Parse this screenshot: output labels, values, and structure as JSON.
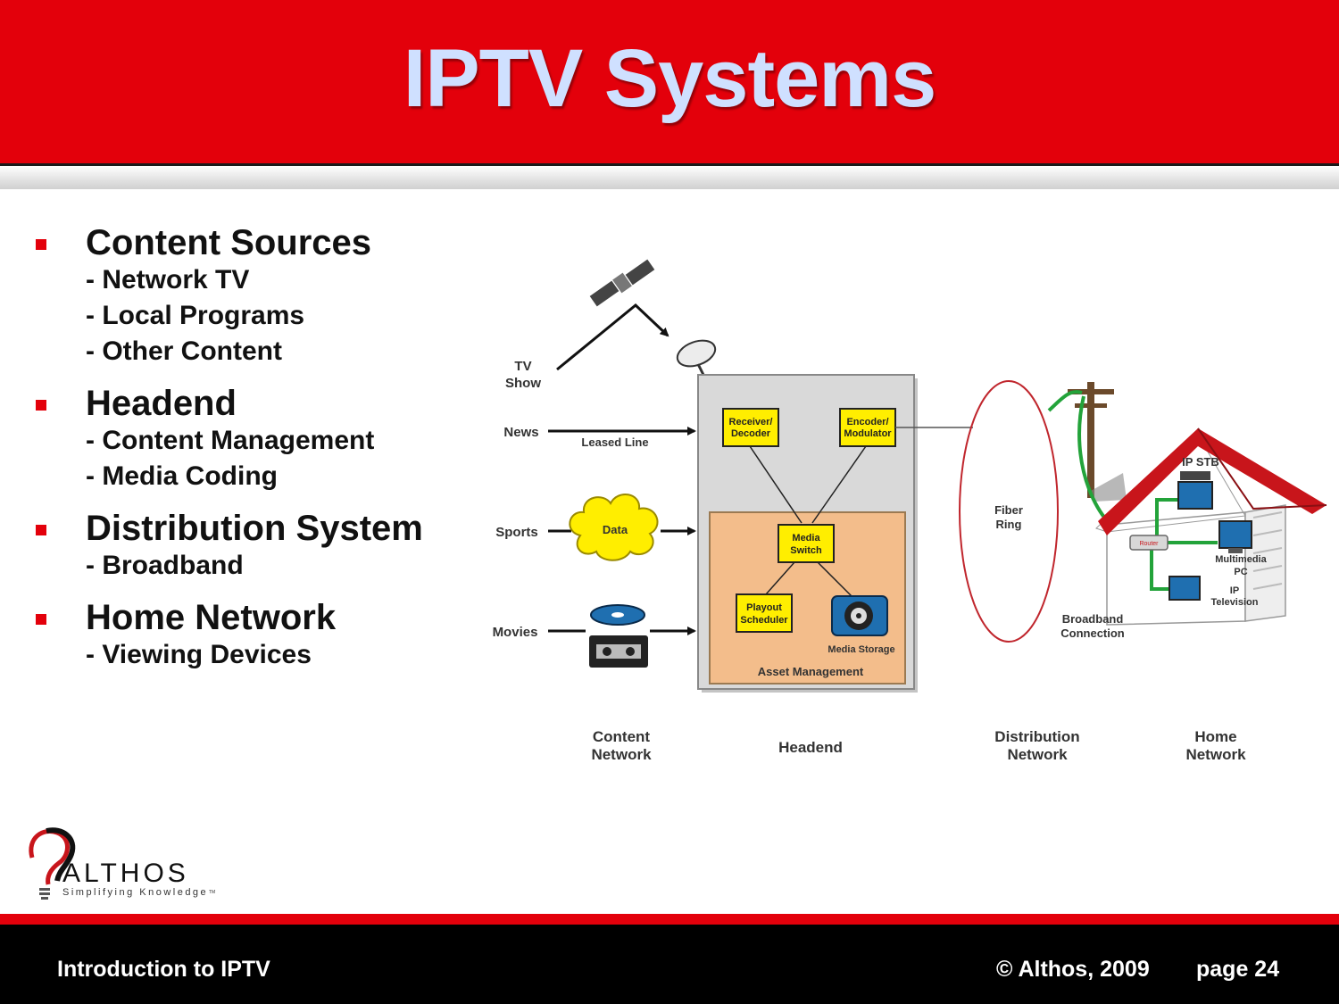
{
  "title": "IPTV Systems",
  "bullets": [
    {
      "heading": "Content Sources",
      "items": [
        "- Network TV",
        "- Local Programs",
        "- Other Content"
      ]
    },
    {
      "heading": "Headend",
      "items": [
        "- Content Management",
        "- Media Coding"
      ]
    },
    {
      "heading": "Distribution System",
      "items": [
        "- Broadband"
      ]
    },
    {
      "heading": "Home Network",
      "items": [
        "- Viewing Devices"
      ]
    }
  ],
  "diagram": {
    "sources": {
      "tv_show_1": "TV",
      "tv_show_2": "Show",
      "news": "News",
      "sports": "Sports",
      "movies": "Movies",
      "leased_line": "Leased Line",
      "data_cloud": "Data"
    },
    "headend": {
      "receiver_1": "Receiver/",
      "receiver_2": "Decoder",
      "encoder_1": "Encoder/",
      "encoder_2": "Modulator",
      "switch_1": "Media",
      "switch_2": "Switch",
      "playout_1": "Playout",
      "playout_2": "Scheduler",
      "storage": "Media Storage",
      "asset": "Asset Management"
    },
    "distribution": {
      "fiber_1": "Fiber",
      "fiber_2": "Ring",
      "broadband_1": "Broadband",
      "broadband_2": "Connection"
    },
    "home": {
      "stb": "IP STB",
      "pc_1": "Multimedia",
      "pc_2": "PC",
      "iptv_1": "IP",
      "iptv_2": "Television",
      "router": "Router"
    },
    "columns": [
      {
        "l1": "Content",
        "l2": "Network"
      },
      {
        "l1": "Headend",
        "l2": ""
      },
      {
        "l1": "Distribution",
        "l2": "Network"
      },
      {
        "l1": "Home",
        "l2": "Network"
      }
    ],
    "colors": {
      "box": "#ffee00",
      "asset": "#f3bd8b",
      "headend": "#d9d9d9",
      "fiber": "#c0262d",
      "green": "#23a33a",
      "roof": "#c8151b"
    }
  },
  "logo": {
    "name": "ALTHOS",
    "tagline": "Simplifying Knowledge",
    "tm": "TM"
  },
  "footer": {
    "left": "Introduction to IPTV",
    "copyright": "© Althos, 2009",
    "page": "page 24"
  }
}
